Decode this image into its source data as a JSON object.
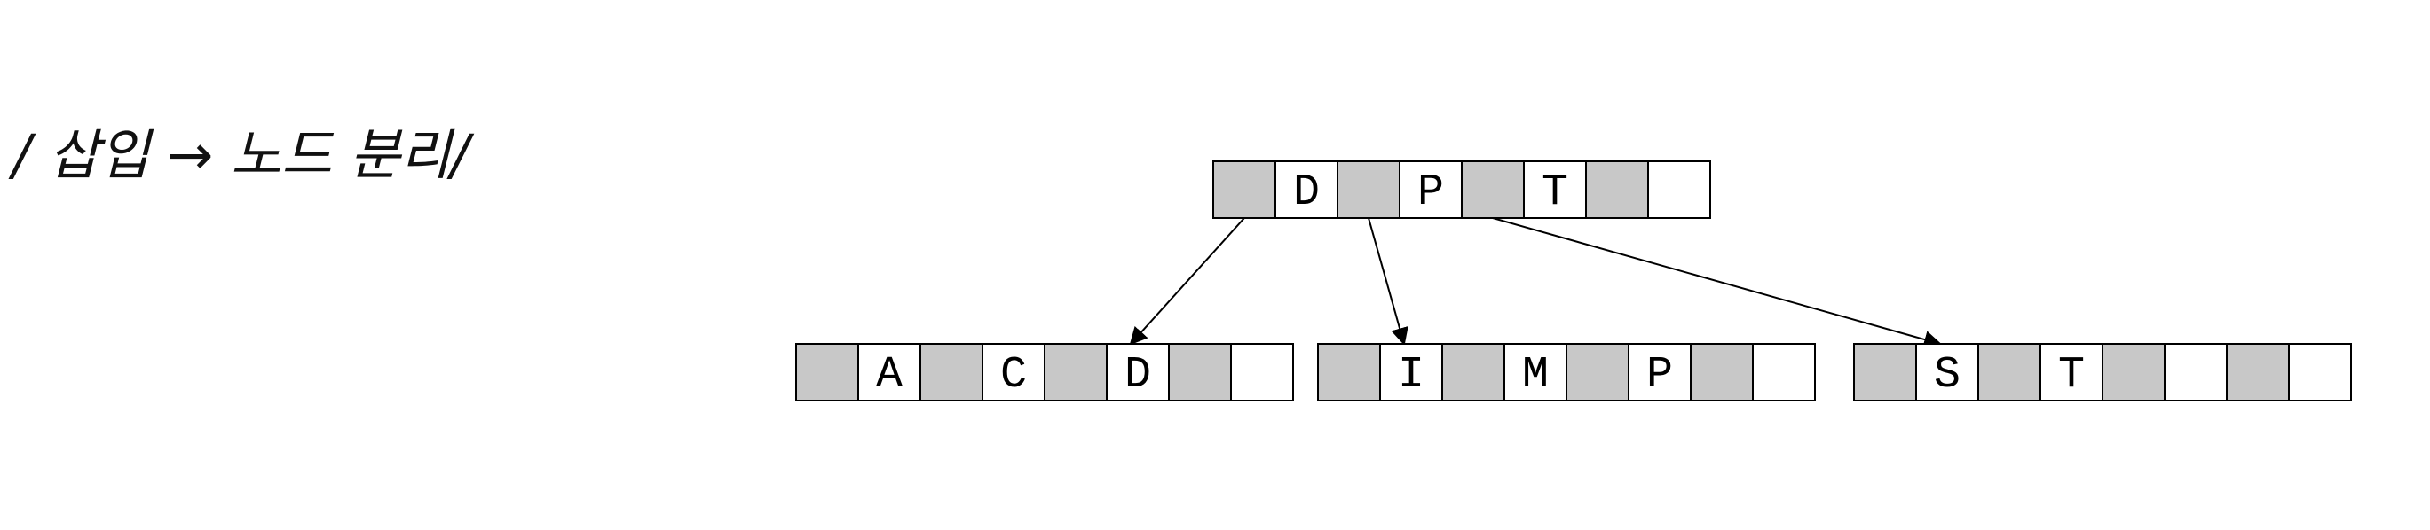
{
  "heading": "/ 삽입 → 노드 분리/",
  "colors": {
    "pointer_cell": "#c8c8c8",
    "key_cell": "#ffffff",
    "stroke": "#000000"
  },
  "tree": {
    "root": {
      "keys": [
        "D",
        "P",
        "T"
      ],
      "slots": 4
    },
    "children": [
      {
        "keys": [
          "A",
          "C",
          "D"
        ],
        "slots": 4
      },
      {
        "keys": [
          "I",
          "M",
          "P"
        ],
        "slots": 4
      },
      {
        "keys": [
          "S",
          "T"
        ],
        "slots": 4
      }
    ]
  }
}
